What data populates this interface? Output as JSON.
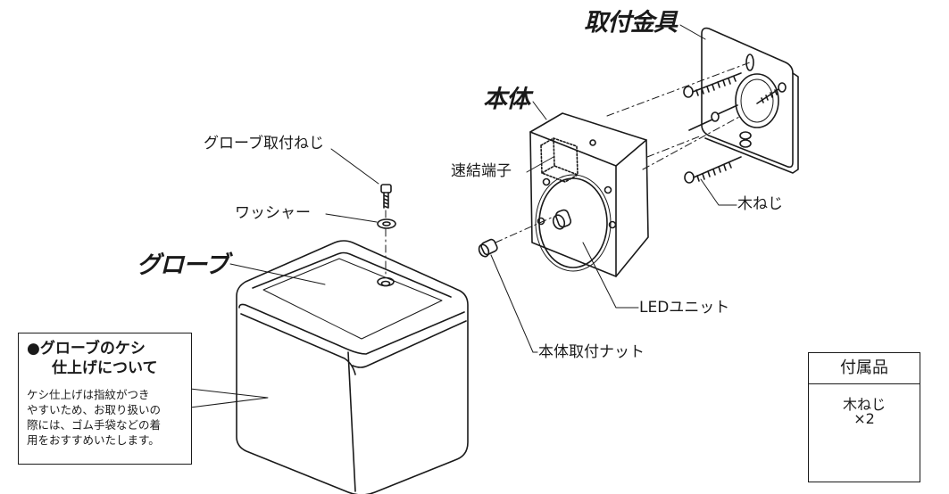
{
  "labels": {
    "mounting_bracket": "取付金具",
    "body": "本体",
    "glove_screw": "グローブ取付ねじ",
    "quick_terminal": "速結端子",
    "washer": "ワッシャー",
    "wood_screw": "木ねじ",
    "glove": "グローブ",
    "led_unit": "LEDユニット",
    "body_nut": "本体取付ナット"
  },
  "note": {
    "title_line1": "●グローブのケシ",
    "title_line2": "仕上げについて",
    "body": "ケシ仕上げは指紋がつき\nやすいため、お取り扱いの\n際には、ゴム手袋などの着\n用をおすすめいたします。"
  },
  "accessories": {
    "title": "付属品",
    "item_name": "木ねじ",
    "item_qty": "×2"
  }
}
